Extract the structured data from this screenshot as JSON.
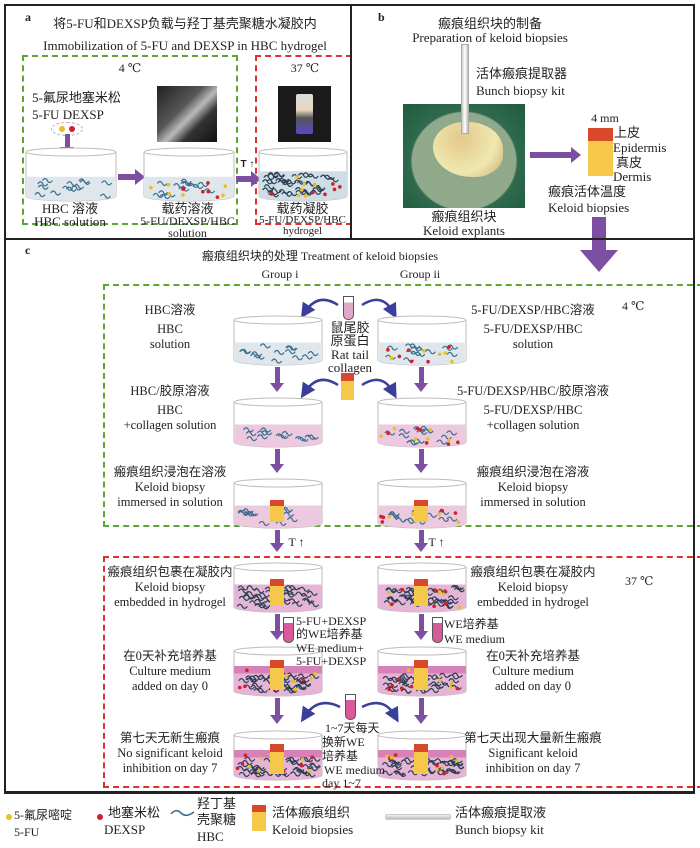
{
  "panel_a": {
    "label": "a",
    "title_cn": "将5-FU和DEXSP负载与羟丁基壳聚糖水凝胶内",
    "title_en": "Immobilization of 5-FU and DEXSP in HBC hydrogel",
    "temp_cold": "4 ℃",
    "temp_warm": "37 ℃",
    "drug_cn": "5-氟尿地塞米松",
    "drug_en": "5-FU DEXSP",
    "beaker1_cn": "HBC 溶液",
    "beaker1_en": "HBC solution",
    "beaker2_cn": "载药溶液",
    "beaker2_en_1": "5-FU/DEXSP/HBC",
    "beaker2_en_2": "solution",
    "heat": "T ↑",
    "beaker3_cn": "载药凝胶",
    "beaker3_en_1": "5-FU/DEXSP/HBC",
    "beaker3_en_2": "hydrogel"
  },
  "panel_b": {
    "label": "b",
    "title_cn": "瘢痕组织块的制备",
    "title_en": "Preparation of keloid biopsies",
    "kit_cn": "活体瘢痕提取器",
    "kit_en": "Bunch biopsy kit",
    "explant_cn": "瘢痕组织块",
    "explant_en": "Keloid explants",
    "size": "4 mm",
    "epidermis_cn": "上皮",
    "epidermis_en": "Epidermis",
    "dermis_cn": "真皮",
    "dermis_en": "Dermis",
    "biopsy_cn": "瘢痕活体温度",
    "biopsy_en": "Keloid biopsies"
  },
  "panel_c": {
    "label": "c",
    "title": "瘢痕组织块的处理 Treatment of keloid biopsies",
    "group_i": "Group i",
    "group_ii": "Group ii",
    "temp_cold": "4 ℃",
    "temp_warm": "37 ℃",
    "heat": "T ↑",
    "collagen": [
      "鼠尾胶",
      "原蛋白",
      "Rat tail",
      "collagen"
    ],
    "group_i_steps": [
      [
        "HBC溶液",
        "HBC",
        "solution"
      ],
      [
        "HBC/胶原溶液",
        "HBC",
        "+collagen solution"
      ],
      [
        "瘢痕组织浸泡在溶液",
        "Keloid biopsy",
        "immersed in solution"
      ],
      [
        "瘢痕组织包裹在凝胶内",
        "Keloid biopsy",
        "embedded in hydrogel"
      ],
      [
        "在0天补充培养基",
        "Culture medium",
        "added on day 0"
      ],
      [
        "第七天无新生瘢痕",
        "No significant keloid",
        "inhibition on day 7"
      ]
    ],
    "group_ii_steps": [
      [
        "5-FU/DEXSP/HBC溶液",
        "5-FU/DEXSP/HBC",
        "solution"
      ],
      [
        "5-FU/DEXSP/HBC/胶原溶液",
        "5-FU/DEXSP/HBC",
        "+collagen solution"
      ],
      [
        "瘢痕组织浸泡在溶液",
        "Keloid biopsy",
        "immersed in solution"
      ],
      [
        "瘢痕组织包裹在凝胶内",
        "Keloid biopsy",
        "embedded in hydrogel"
      ],
      [
        "在0天补充培养基",
        "Culture medium",
        "added on day 0"
      ],
      [
        "第七天出现大量新生瘢痕",
        "Significant keloid",
        "inhibition on day 7"
      ]
    ],
    "medium_i": [
      "5-FU+DEXSP",
      "的WE培养基",
      "WE medium+",
      "5-FU+DEXSP"
    ],
    "medium_ii": [
      "WE培养基",
      "WE medium"
    ],
    "daily": [
      "1~7天每天",
      "换新WE",
      "培养基",
      "WE medium",
      "day 1~7"
    ]
  },
  "legend": {
    "fu_cn": "5-氟尿嘧啶",
    "fu_en": "5-FU",
    "dexsp_cn": "地塞米松",
    "dexsp_en": "DEXSP",
    "hbc_cn_1": "羟丁基",
    "hbc_cn_2": "壳聚糖",
    "hbc_en": "HBC",
    "biopsy_cn": "活体瘢痕组织",
    "biopsy_en": "Keloid biopsies",
    "kit_cn": "活体瘢痕提取液",
    "kit_en": "Bunch biopsy kit"
  },
  "colors": {
    "arrow": "#7d4fa3",
    "cold_box": "#5aa832",
    "warm_box": "#e0302b",
    "fu_dot": "#e8c020",
    "dexsp_dot": "#d0202a",
    "hbc_fiber": "#3a6f8f",
    "epidermis": "#d8482a",
    "dermis": "#f5c84a"
  }
}
